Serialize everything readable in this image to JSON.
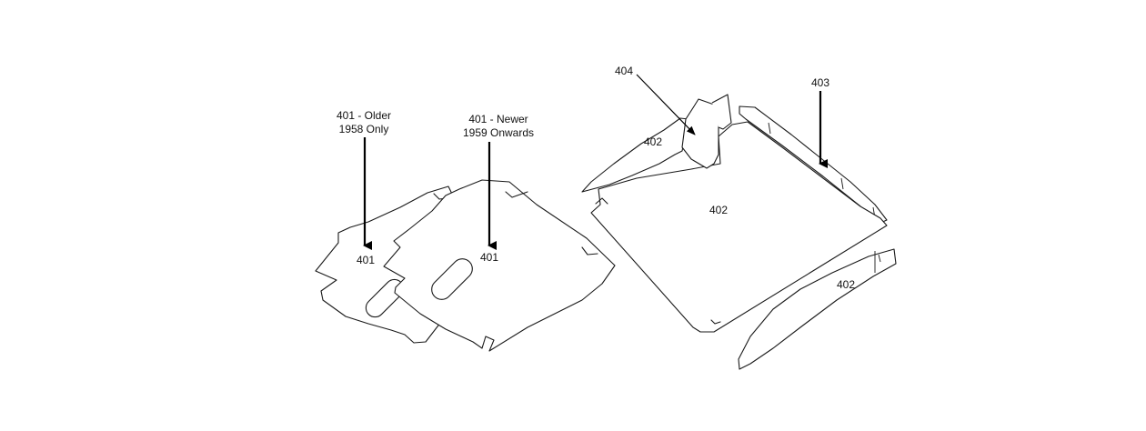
{
  "labels": {
    "older_line1": "401 - Older",
    "older_line2": "1958 Only",
    "newer_line1": "401 - Newer",
    "newer_line2": "1959 Onwards",
    "part_401_left": "401",
    "part_401_right": "401",
    "part_404": "404",
    "part_403": "403",
    "part_402_top": "402",
    "part_402_center": "402",
    "part_402_bottom": "402"
  },
  "colors": {
    "line": "#1a1a1a",
    "background": "#ffffff"
  }
}
